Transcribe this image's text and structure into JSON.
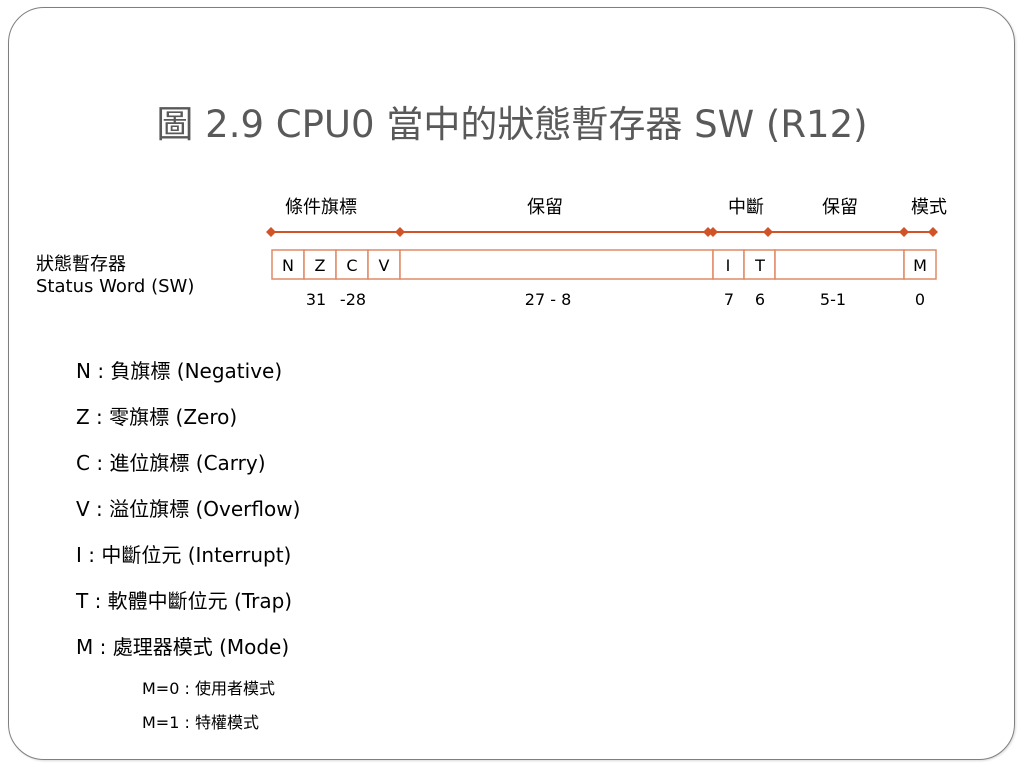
{
  "slide": {
    "title": "圖 2.9 CPU0 當中的狀態暫存器 SW (R12)"
  },
  "register": {
    "label_zh": "狀態暫存器",
    "label_en": "Status Word (SW)",
    "groups": [
      "條件旗標",
      "保留",
      "中斷",
      "保留",
      "模式"
    ],
    "cells": [
      "N",
      "Z",
      "C",
      "V",
      "",
      "I",
      "T",
      "",
      "M"
    ],
    "bit_ranges": [
      "31",
      "-28",
      "27 - 8",
      "7",
      "6",
      "5-1",
      "0"
    ]
  },
  "flags": [
    "N : 負旗標 (Negative)",
    "Z : 零旗標 (Zero)",
    "C : 進位旗標 (Carry)",
    "V : 溢位旗標 (Overflow)",
    "I : 中斷位元 (Interrupt)",
    "T : 軟體中斷位元 (Trap)",
    "M : 處理器模式 (Mode)"
  ],
  "modes": [
    "M=0 : 使用者模式",
    "M=1 : 特權模式"
  ],
  "colors": {
    "accent": "#d05427",
    "cell_border": "#e08a66",
    "title": "#595959",
    "frame": "#7f7f7f"
  }
}
